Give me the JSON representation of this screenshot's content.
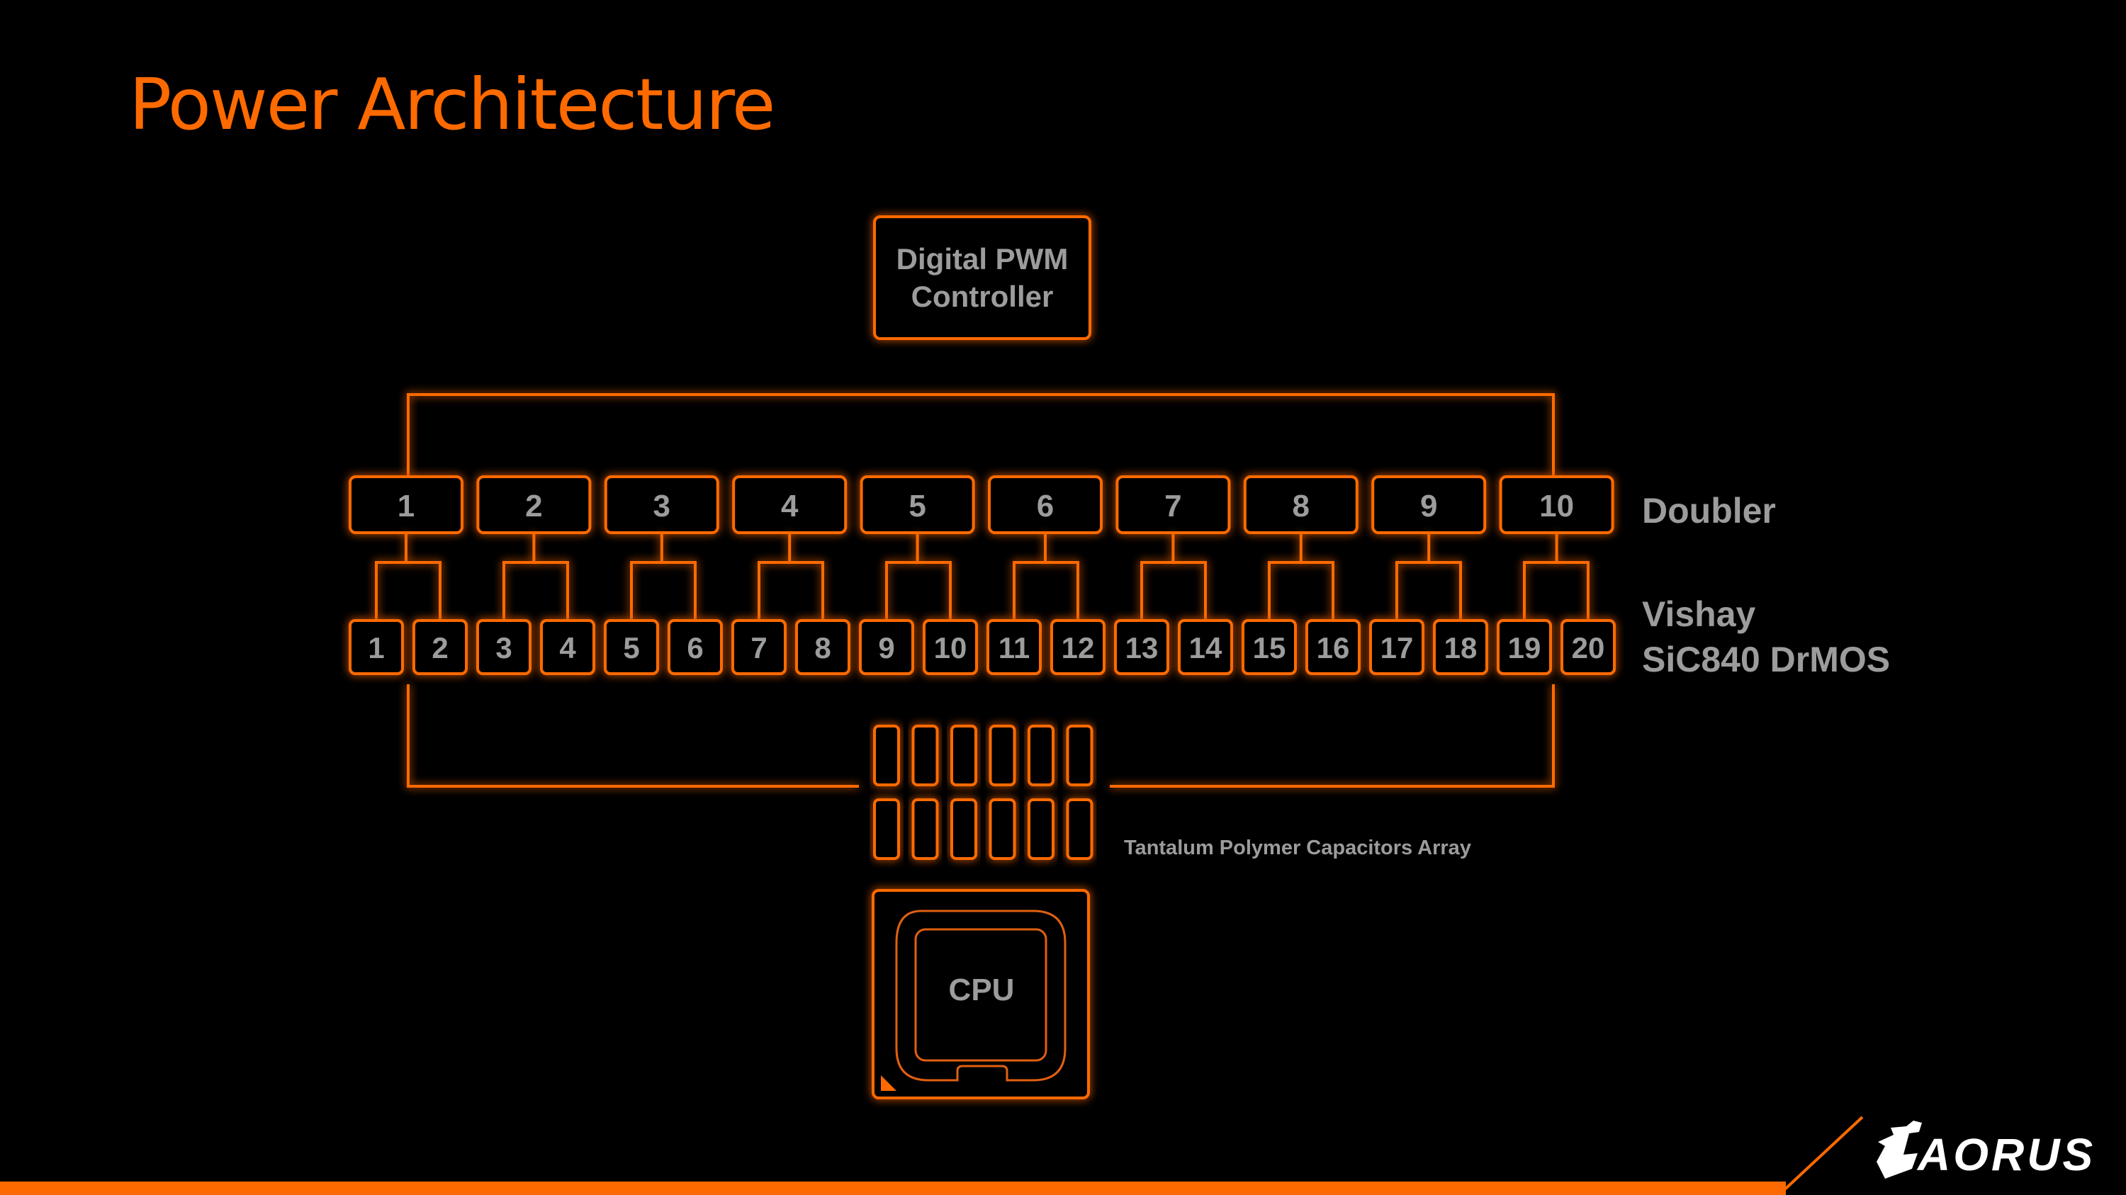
{
  "slide": {
    "title": "Power Architecture",
    "accent_color": "#ff6a00",
    "text_color": "#9c9c9c",
    "background_color": "#000000"
  },
  "diagram": {
    "controller": {
      "line1": "Digital PWM",
      "line2": "Controller"
    },
    "doublers": {
      "label": "Doubler",
      "items": [
        "1",
        "2",
        "3",
        "4",
        "5",
        "6",
        "7",
        "8",
        "9",
        "10"
      ]
    },
    "drmos": {
      "label_line1": "Vishay",
      "label_line2": "SiC840 DrMOS",
      "items": [
        "1",
        "2",
        "3",
        "4",
        "5",
        "6",
        "7",
        "8",
        "9",
        "10",
        "11",
        "12",
        "13",
        "14",
        "15",
        "16",
        "17",
        "18",
        "19",
        "20"
      ]
    },
    "capacitors": {
      "label": "Tantalum Polymer Capacitors Array",
      "rows": 2,
      "columns": 6
    },
    "cpu": {
      "label": "CPU"
    }
  },
  "brand": {
    "logo_text": "AORUS",
    "logo_icon": "aorus-eagle-icon"
  }
}
